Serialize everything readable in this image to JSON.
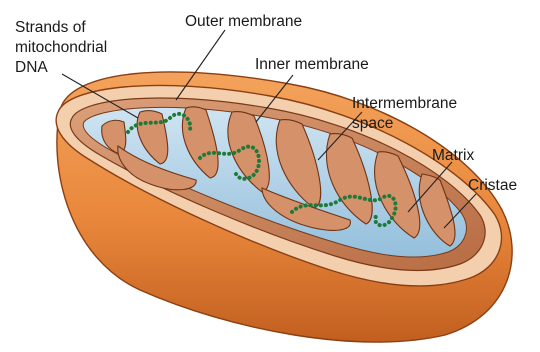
{
  "labels": {
    "dna_line1": "Strands of",
    "dna_line2": "mitochondrial",
    "dna_line3": "DNA",
    "outer_membrane": "Outer membrane",
    "inner_membrane": "Inner membrane",
    "intermembrane_line1": "Intermembrane",
    "intermembrane_line2": "space",
    "matrix": "Matrix",
    "cristae": "Cristae"
  },
  "colors": {
    "outer_shell": "#e8873b",
    "outer_shell_dark": "#c25f20",
    "rim": "#f2c9a4",
    "inner_wall": "#c97a50",
    "cristae_fill": "#d99a72",
    "matrix": "#a9cde6",
    "dna": "#1f7a3a",
    "leader": "#222222"
  }
}
